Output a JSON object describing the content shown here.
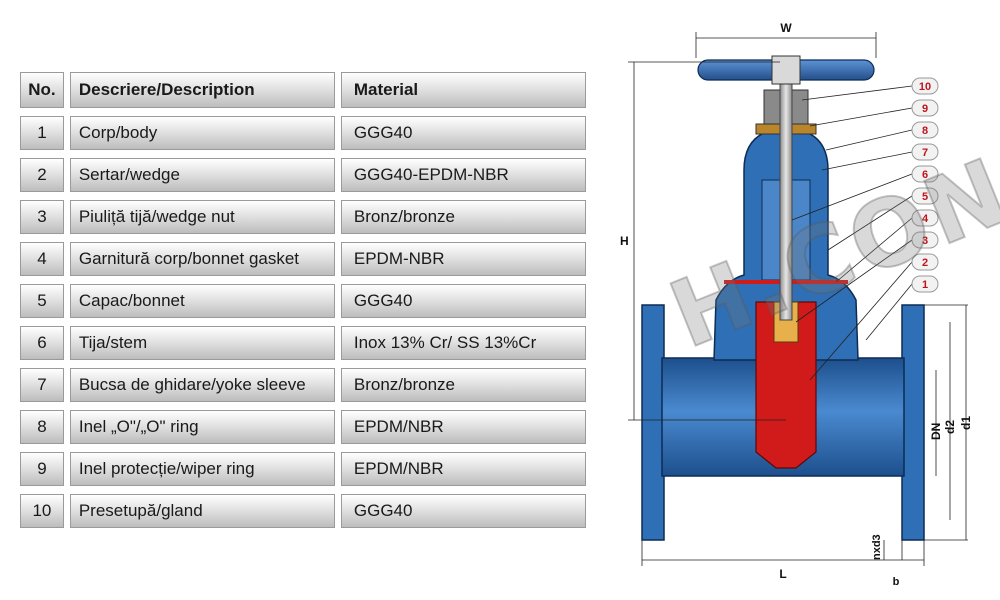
{
  "table": {
    "headers": {
      "no": "No.",
      "description": "Descriere/Description",
      "material": "Material"
    },
    "rows": [
      {
        "no": "1",
        "description": "Corp/body",
        "material": "GGG40"
      },
      {
        "no": "2",
        "description": "Sertar/wedge",
        "material": "GGG40-EPDM-NBR"
      },
      {
        "no": "3",
        "description": "Piuliță tijă/wedge nut",
        "material": "Bronz/bronze"
      },
      {
        "no": "4",
        "description": "Garnitură corp/bonnet gasket",
        "material": "EPDM-NBR"
      },
      {
        "no": "5",
        "description": "Capac/bonnet",
        "material": "GGG40"
      },
      {
        "no": "6",
        "description": "Tija/stem",
        "material": "Inox 13% Cr/ SS 13%Cr"
      },
      {
        "no": "7",
        "description": "Bucsa de ghidare/yoke sleeve",
        "material": "Bronz/bronze"
      },
      {
        "no": "8",
        "description": "Inel „O\"/„O\" ring",
        "material": "EPDM/NBR"
      },
      {
        "no": "9",
        "description": "Inel protecție/wiper ring",
        "material": "EPDM/NBR"
      },
      {
        "no": "10",
        "description": "Presetupă/gland",
        "material": "GGG40"
      }
    ]
  },
  "diagram": {
    "dimension_labels": {
      "w": "W",
      "h": "H",
      "l": "L",
      "dn": "DN",
      "d2": "d2",
      "d1": "d1",
      "nxd3": "nxd3",
      "b": "b"
    },
    "callouts": [
      "10",
      "9",
      "8",
      "7",
      "6",
      "5",
      "4",
      "3",
      "2",
      "1"
    ],
    "watermark": "H.CONSTAL",
    "colors": {
      "body": "#2f6fb5",
      "body_dark": "#1d4f8c",
      "wedge": "#d11a1a",
      "stem": "#b8b8b8",
      "callout_text": "#c0141c",
      "handwheel": "#3a76c4"
    }
  }
}
